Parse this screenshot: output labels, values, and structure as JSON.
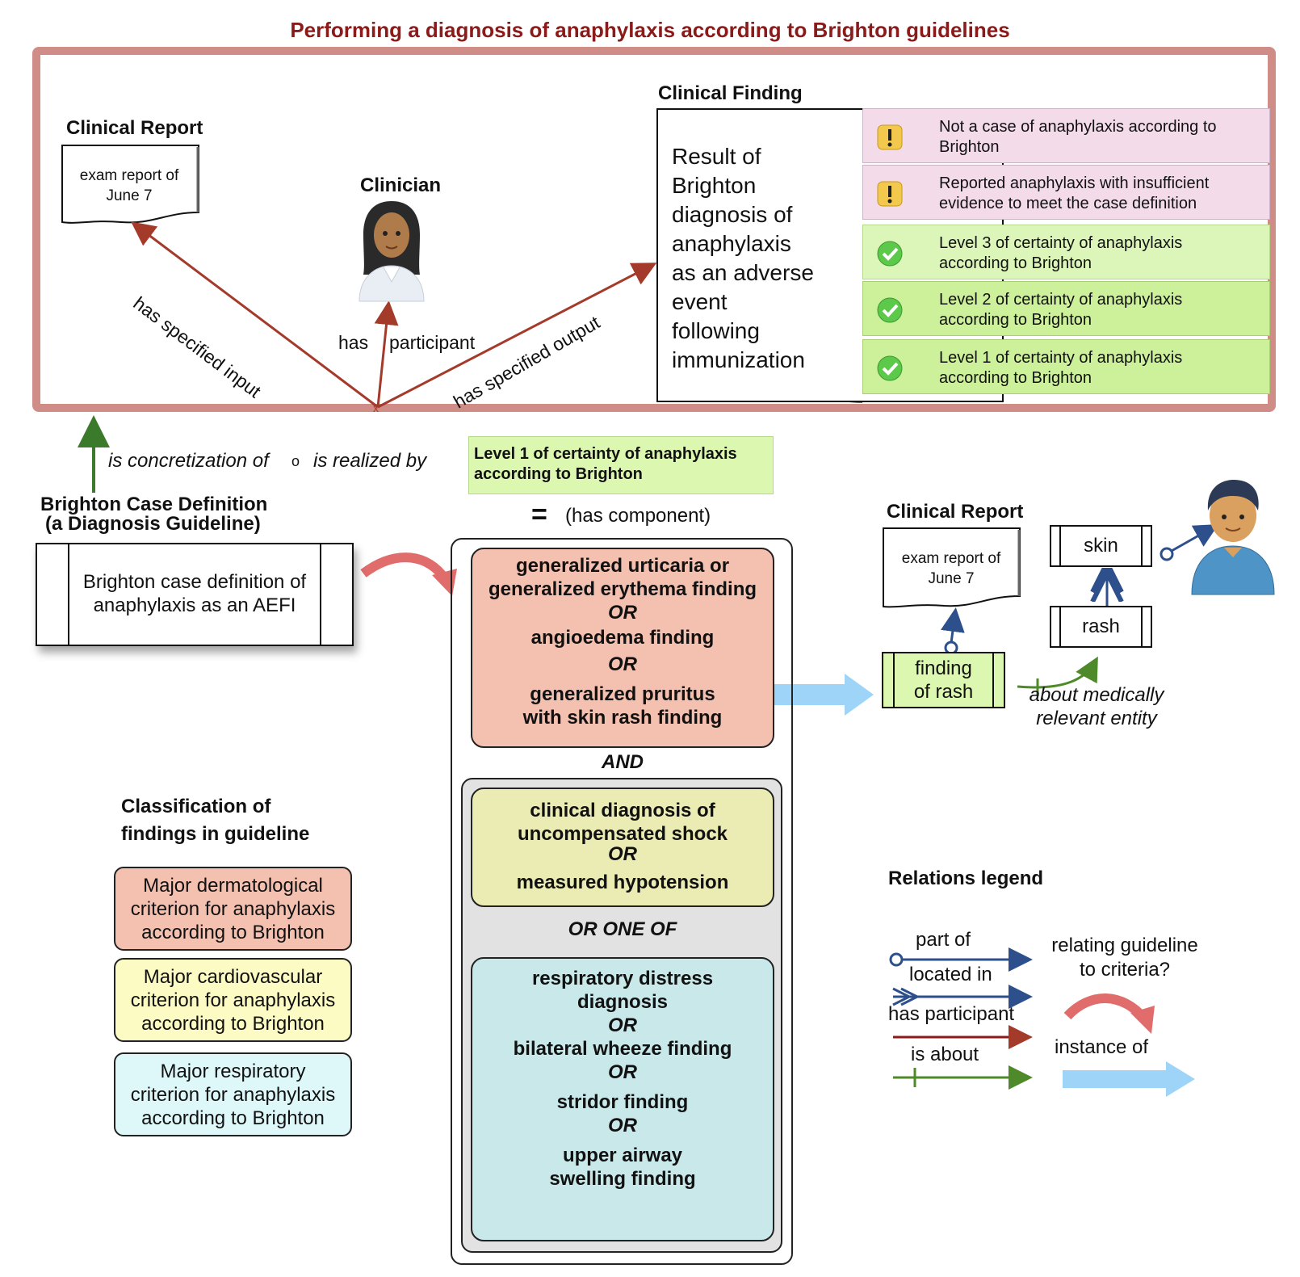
{
  "title": "Performing a diagnosis of anaphylaxis according to Brighton guidelines",
  "top": {
    "clinical_report_heading": "Clinical Report",
    "report_text_line1": "exam report of",
    "report_text_line2": "June 7",
    "clinician_heading": "Clinician",
    "clinical_finding_heading": "Clinical Finding",
    "finding_lines": [
      "Result of",
      "Brighton",
      "diagnosis of",
      "anaphylaxis",
      "as an adverse",
      "event",
      "following",
      "immunization"
    ],
    "rel_input": "has specified input",
    "rel_participant_1": "has",
    "rel_participant_2": "participant",
    "rel_output": "has specified output",
    "results": [
      {
        "line1": "Not a case of anaphylaxis according to",
        "line2": "Brighton",
        "icon": "warning-icon"
      },
      {
        "line1": "Reported anaphylaxis with insufficient",
        "line2": "evidence to meet the case definition",
        "icon": "warning-icon"
      },
      {
        "line1": "Level 3 of certainty of anaphylaxis",
        "line2": "according to Brighton",
        "icon": "check-icon"
      },
      {
        "line1": "Level 2 of certainty of anaphylaxis",
        "line2": "according to Brighton",
        "icon": "check-icon"
      },
      {
        "line1": "Level 1 of certainty of anaphylaxis",
        "line2": "according to Brighton",
        "icon": "check-icon"
      }
    ]
  },
  "middle": {
    "concretization_label": "is concretization of",
    "circle_glyph": "o",
    "realized_label": "is realized by",
    "level1_line1": "Level 1 of certainty of anaphylaxis",
    "level1_line2": "according to Brighton",
    "equals": "=",
    "has_component": "(has component)",
    "case_def_heading1": "Brighton Case Definition",
    "case_def_heading2": "(a Diagnosis Guideline)",
    "case_def_line1": "Brighton case definition of",
    "case_def_line2": "anaphylaxis as an AEFI"
  },
  "criteria": {
    "derm": [
      "generalized urticaria or",
      "generalized erythema finding",
      "OR",
      "angioedema finding",
      "OR",
      "generalized pruritus",
      "with skin rash finding"
    ],
    "and": "AND",
    "cardio": [
      "clinical diagnosis of",
      "uncompensated shock",
      "OR",
      "measured hypotension"
    ],
    "or_one_of": "OR ONE OF",
    "resp": [
      "respiratory distress",
      "diagnosis",
      "OR",
      "bilateral wheeze finding",
      "OR",
      "stridor finding",
      "OR",
      "upper airway",
      "swelling finding"
    ]
  },
  "right": {
    "clinical_report_heading": "Clinical Report",
    "report_line1": "exam report of",
    "report_line2": "June 7",
    "skin": "skin",
    "rash": "rash",
    "finding_line1": "finding",
    "finding_line2": "of rash",
    "about_line1": "about medically",
    "about_line2": "relevant entity"
  },
  "classification": {
    "heading1": "Classification of",
    "heading2": "findings in guideline",
    "items": [
      {
        "lines": [
          "Major dermatological",
          "criterion for anaphylaxis",
          "according to Brighton"
        ],
        "color": "#f4c0b0"
      },
      {
        "lines": [
          "Major cardiovascular",
          "criterion for anaphylaxis",
          "according to Brighton"
        ],
        "color": "#fdfbc4"
      },
      {
        "lines": [
          "Major respiratory",
          "criterion for anaphylaxis",
          "according to Brighton"
        ],
        "color": "#def8fa"
      }
    ]
  },
  "legend": {
    "heading": "Relations legend",
    "part_of": "part of",
    "located_in": "located in",
    "has_participant": "has participant",
    "is_about": "is about",
    "relating_line1": "relating guideline",
    "relating_line2": "to criteria?",
    "instance_of": "instance of"
  },
  "colors": {
    "frame": "#d08c86",
    "title": "#8b1a1a",
    "relation_red": "#a43a2a",
    "relation_blue": "#2d4f8c",
    "relation_green": "#4f8a2a",
    "instance_blue": "#9ed4f7",
    "curved_red": "#e06c6c"
  }
}
